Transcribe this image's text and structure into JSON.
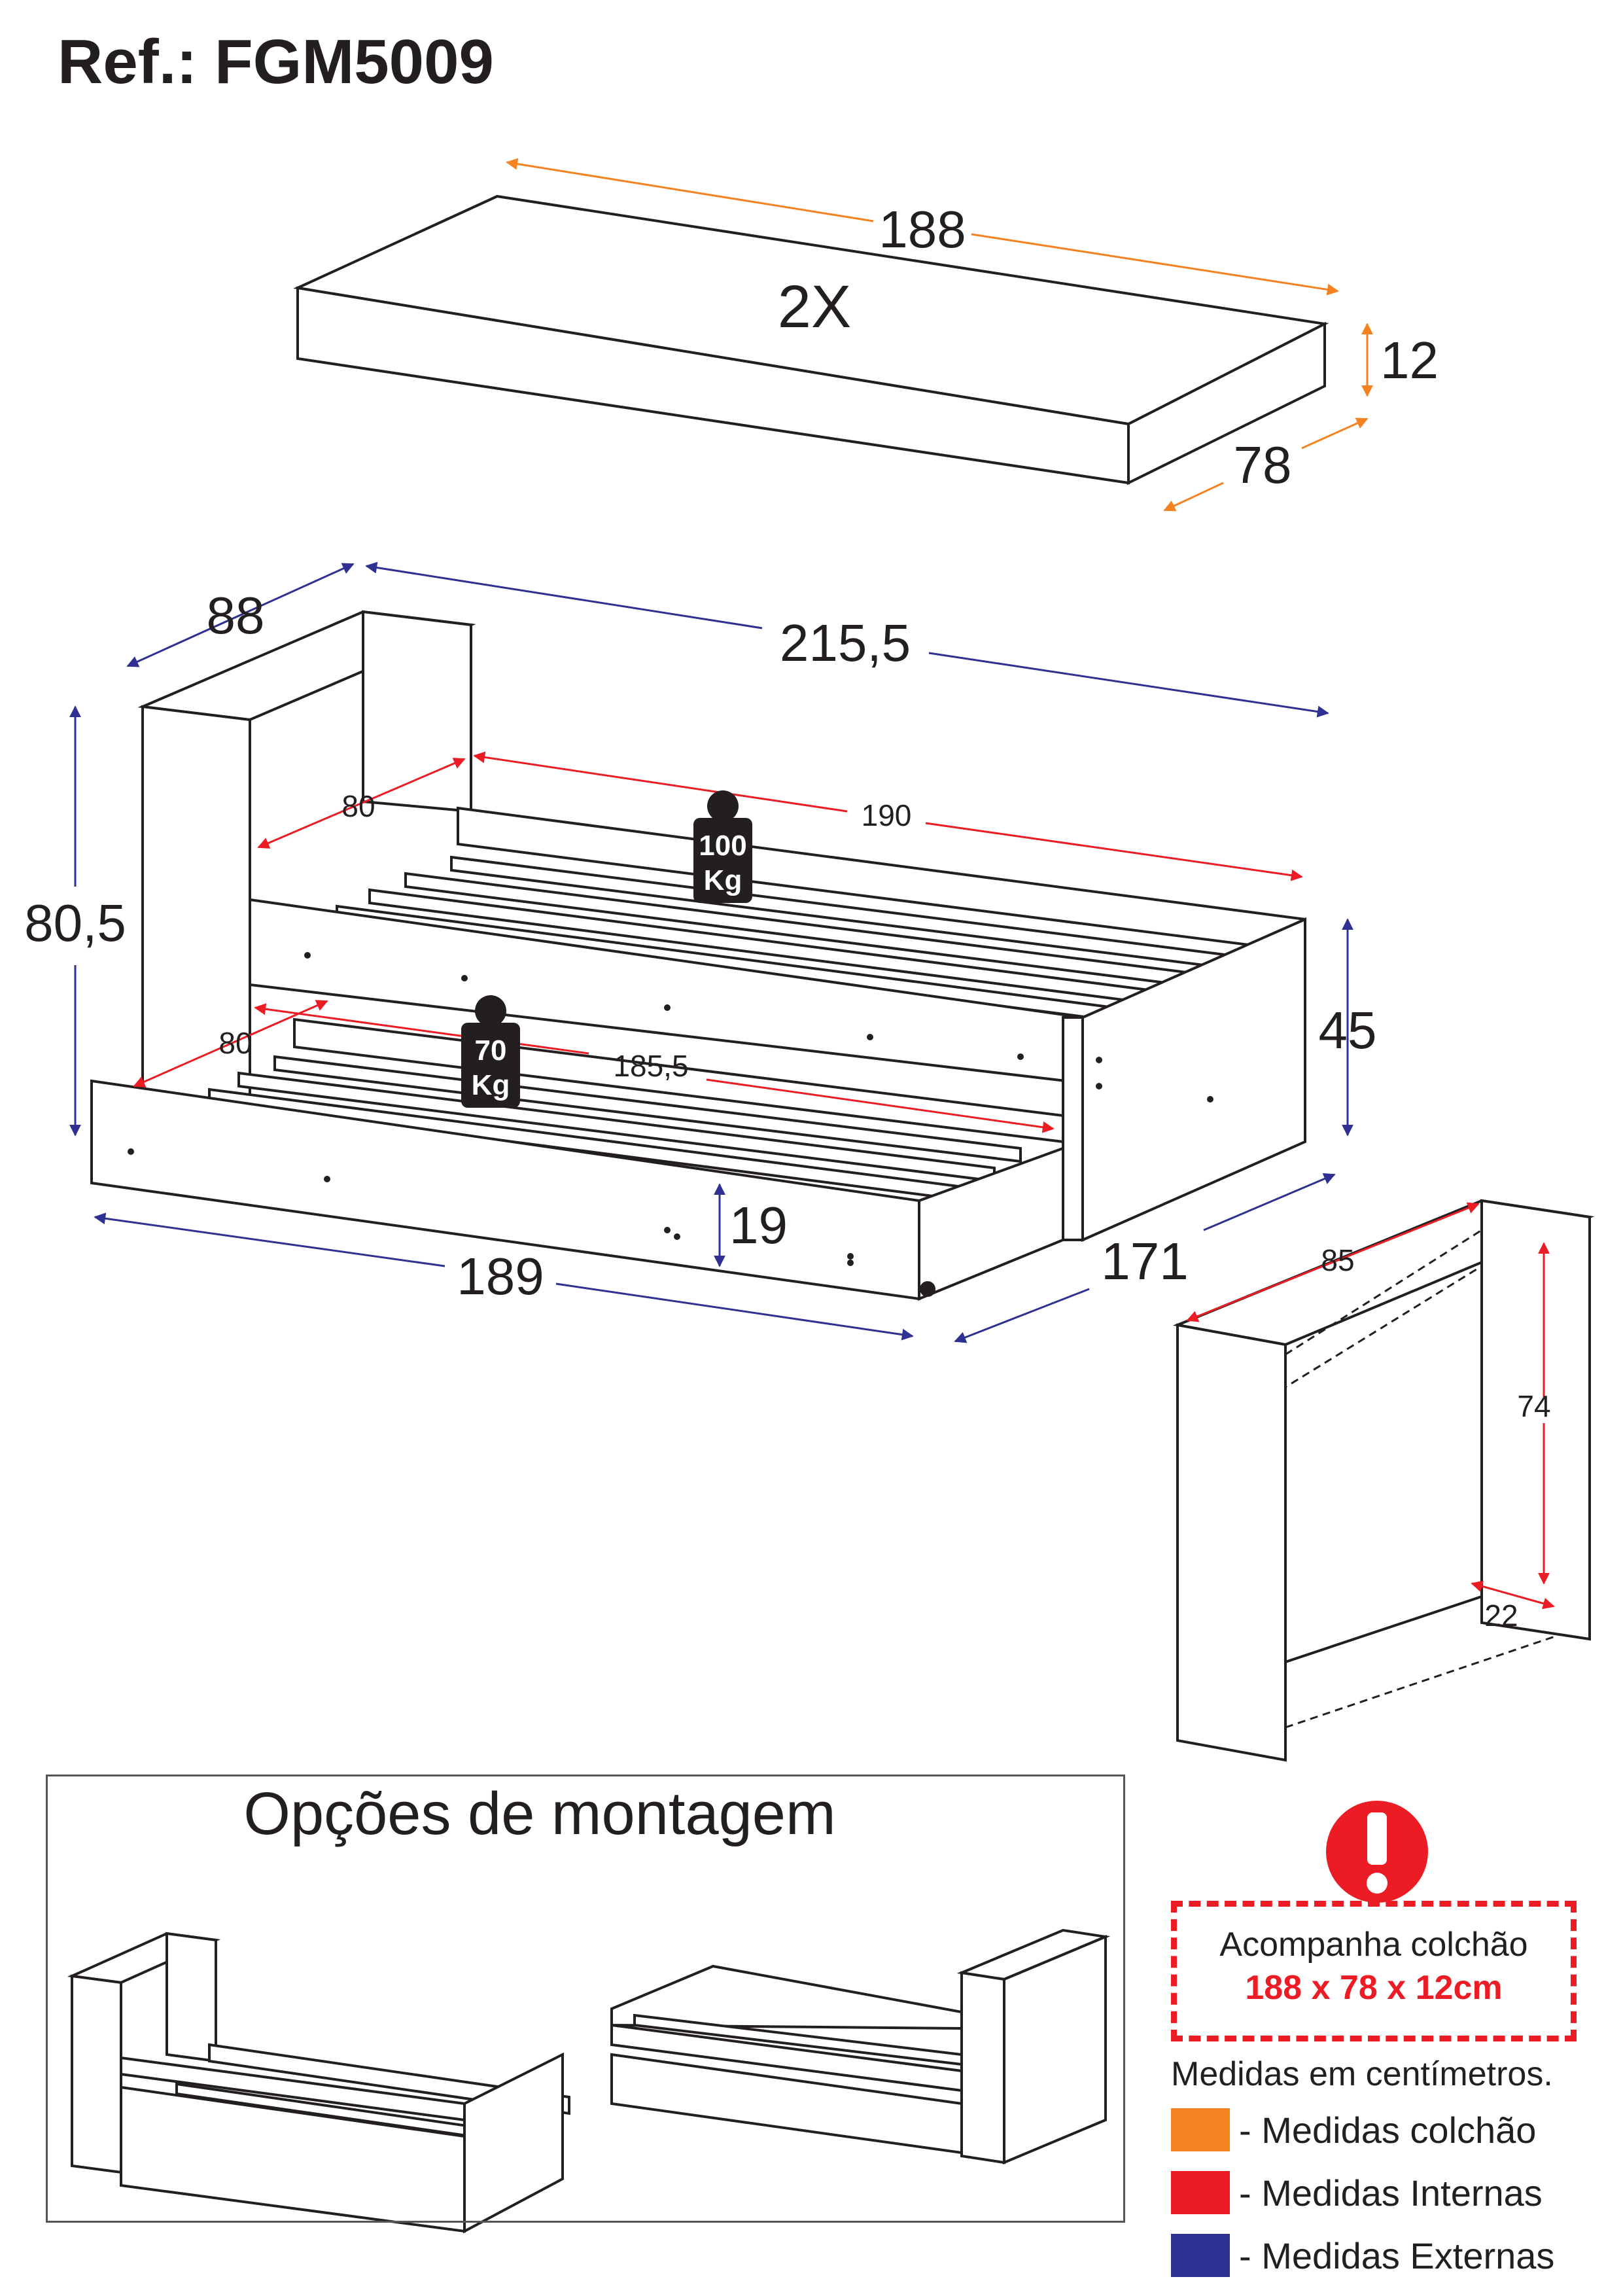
{
  "title": "Ref.: FGM5009",
  "mattress": {
    "count_label": "2X",
    "length": "188",
    "height": "12",
    "depth": "78"
  },
  "bed": {
    "depth_ext": "88",
    "length_ext": "215,5",
    "height_ext": "80,5",
    "inner_width": "80",
    "inner_length": "190",
    "weight_top_value": "100",
    "weight_top_unit": "Kg",
    "side_height": "45",
    "trundle_inner_width": "80",
    "trundle_inner_length": "185,5",
    "weight_bottom_value": "70",
    "weight_bottom_unit": "Kg",
    "trundle_height": "19",
    "trundle_length": "189",
    "trundle_depth": "171"
  },
  "headboard": {
    "width": "85",
    "height": "74",
    "depth": "22"
  },
  "options": {
    "title": "Opções de montagem"
  },
  "notice": {
    "line1": "Acompanha colchão",
    "line2": "188 x 78 x 12cm"
  },
  "units_note": "Medidas em centímetros.",
  "legend": [
    {
      "label": "- Medidas colchão",
      "color": "#f58220"
    },
    {
      "label": "- Medidas Internas",
      "color": "#ec1c24"
    },
    {
      "label": "- Medidas Externas",
      "color": "#2e3192"
    }
  ],
  "colors": {
    "orange": "#f58220",
    "red": "#ec1c24",
    "blue": "#2e3192",
    "line": "#231f20"
  }
}
